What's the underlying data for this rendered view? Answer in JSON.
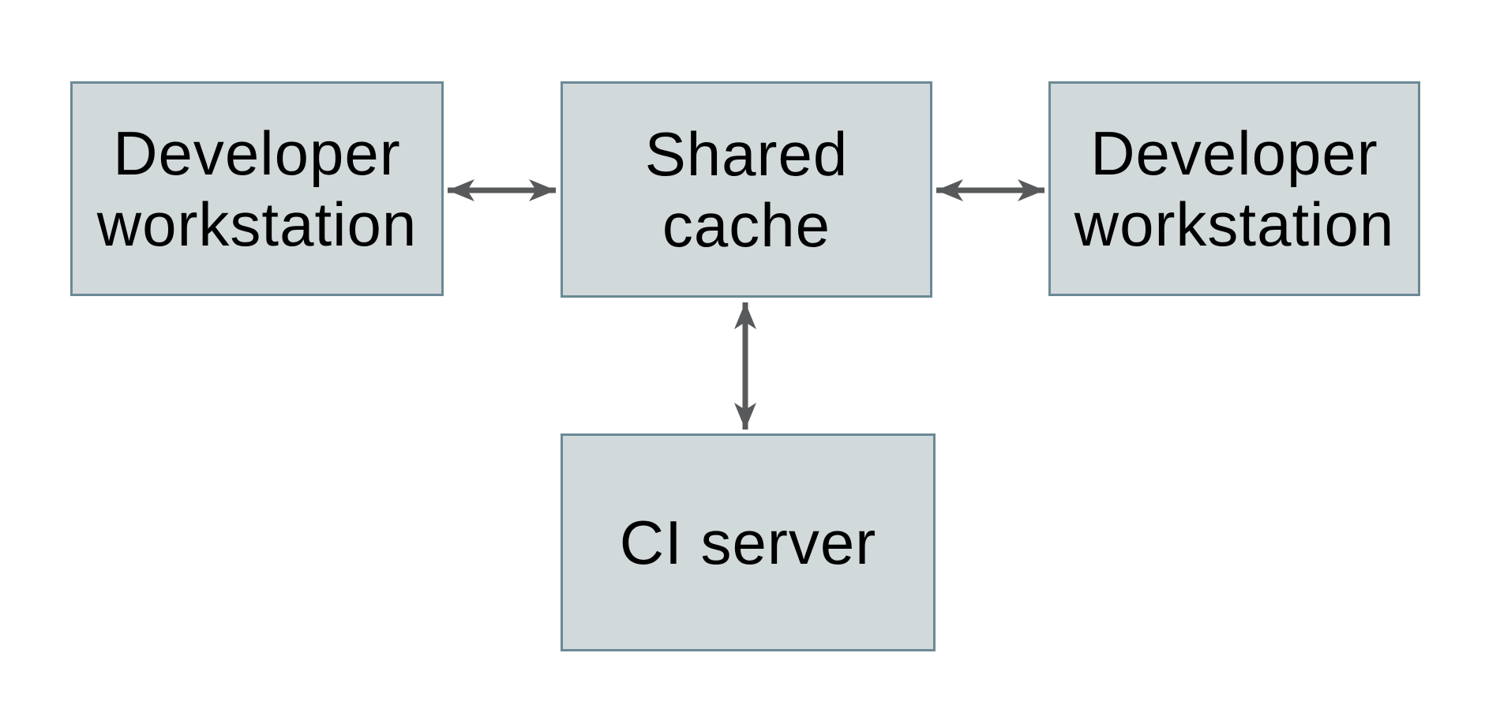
{
  "diagram": {
    "type": "architecture-diagram",
    "background_color": "#ffffff",
    "colors": {
      "node_fill": "#d2d9db",
      "node_border": "#6c8995",
      "arrow": "#58595b",
      "text": "#000000"
    },
    "nodes": [
      {
        "id": "developer-workstation-left",
        "label": "Developer\nworkstation"
      },
      {
        "id": "shared-cache",
        "label": "Shared\ncache"
      },
      {
        "id": "developer-workstation-right",
        "label": "Developer\nworkstation"
      },
      {
        "id": "ci-server",
        "label": "CI server"
      }
    ],
    "edges": [
      {
        "from": "developer-workstation-left",
        "to": "shared-cache",
        "style": "double-headed-arrow"
      },
      {
        "from": "shared-cache",
        "to": "developer-workstation-right",
        "style": "double-headed-arrow"
      },
      {
        "from": "shared-cache",
        "to": "ci-server",
        "style": "double-headed-arrow"
      }
    ]
  }
}
